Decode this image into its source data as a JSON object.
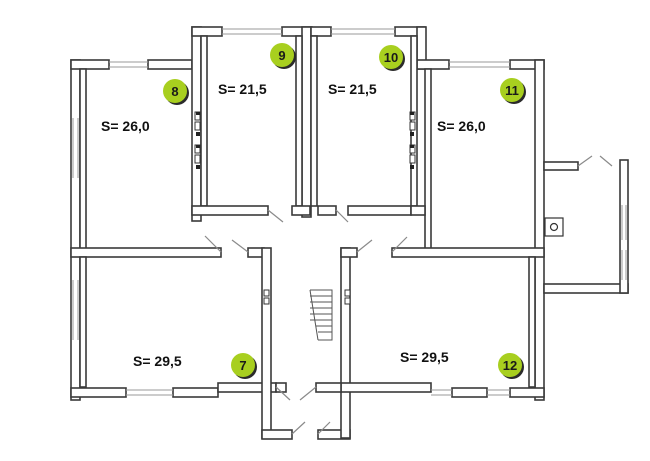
{
  "colors": {
    "wall": "#3a3a3a",
    "badge_fill": "#a8cf1f",
    "badge_shadow": "#2b2b2b",
    "window": "#9a9a9a",
    "background": "#ffffff"
  },
  "rooms": [
    {
      "id": "room-8",
      "number": "8",
      "area_label": "S= 26,0"
    },
    {
      "id": "room-9",
      "number": "9",
      "area_label": "S= 21,5"
    },
    {
      "id": "room-10",
      "number": "10",
      "area_label": "S= 21,5"
    },
    {
      "id": "room-11",
      "number": "11",
      "area_label": "S= 26,0"
    },
    {
      "id": "room-7",
      "number": "7",
      "area_label": "S= 29,5"
    },
    {
      "id": "room-12",
      "number": "12",
      "area_label": "S= 29,5"
    }
  ],
  "icons": {
    "chimney": "chimney-icon",
    "outlet": "power-outlet-icon",
    "stairs": "stairs-icon"
  }
}
